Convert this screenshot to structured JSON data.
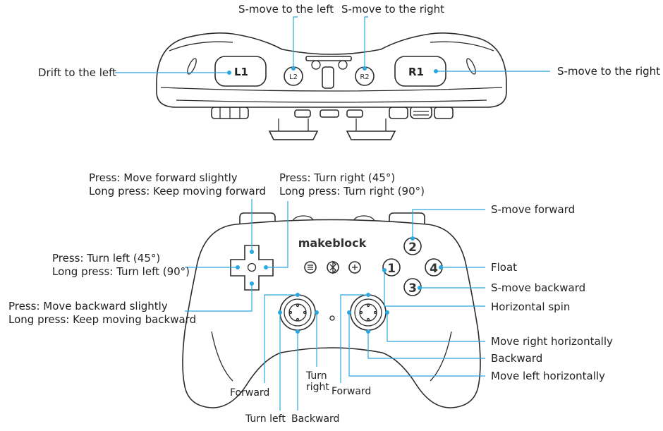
{
  "brand": "makeblock",
  "top_view": {
    "buttons": {
      "l1": "L1",
      "r1": "R1",
      "l2": "L2",
      "r2": "R2"
    },
    "callouts": {
      "l2": "S-move to the left",
      "r2": "S-move to the right",
      "l1": "Drift to the left",
      "r1": "S-move to the right"
    }
  },
  "front_view": {
    "buttons": {
      "b1": "1",
      "b2": "2",
      "b3": "3",
      "b4": "4"
    },
    "callouts": {
      "dpad_up_1": "Press: Move forward slightly",
      "dpad_up_2": "Long press: Keep moving forward",
      "dpad_right_1": "Press: Turn right (45°)",
      "dpad_right_2": "Long press: Turn right (90°)",
      "dpad_left_1": "Press: Turn left (45°)",
      "dpad_left_2": "Long press: Turn left (90°)",
      "dpad_down_1": "Press: Move backward slightly",
      "dpad_down_2": "Long press: Keep moving backward",
      "btn2": "S-move forward",
      "btn4": "Float",
      "btn3": "S-move backward",
      "btn1": "Horizontal spin",
      "rs_right": "Move right horizontally",
      "rs_down": "Backward",
      "rs_left": "Move left horizontally",
      "ls_up": "Forward",
      "ls_left": "Turn left",
      "ls_down": "Backward",
      "ls_right_1": "Turn",
      "ls_right_2": "right",
      "rs_up": "Forward"
    }
  },
  "colors": {
    "leader": "#29a8df",
    "outline": "#2b2b2b",
    "text": "#222222"
  }
}
